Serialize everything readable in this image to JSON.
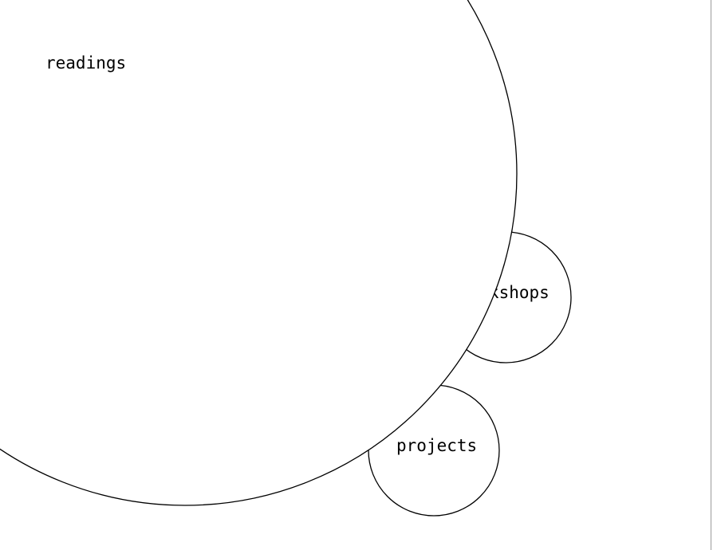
{
  "diagram": {
    "bubbles": [
      {
        "id": "readings",
        "label": "readings"
      },
      {
        "id": "workshops",
        "label": "workshops"
      },
      {
        "id": "projects",
        "label": "projects"
      }
    ],
    "colors": {
      "stroke": "#000000",
      "fill": "#ffffff",
      "text": "#000000",
      "background": "#ffffff",
      "edge": "#9a9a9a"
    }
  }
}
